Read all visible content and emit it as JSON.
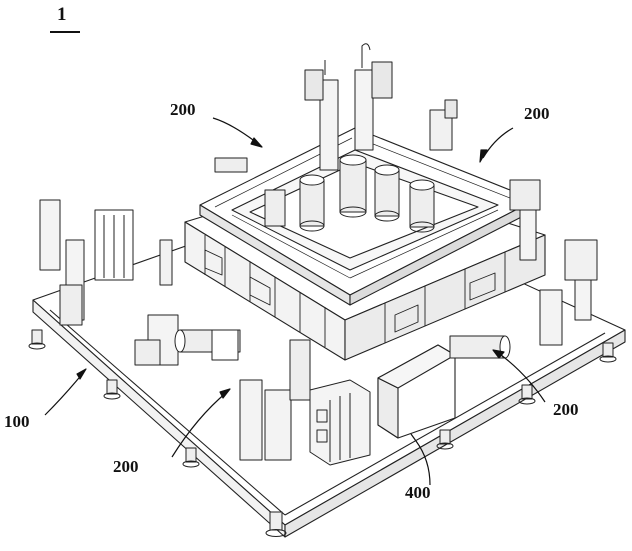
{
  "figure": {
    "number": "1",
    "labels": {
      "frame_top_left": "200",
      "frame_top_right": "200",
      "frame_right": "200",
      "frame_bottom": "200",
      "base": "100",
      "module": "400"
    }
  },
  "colors": {
    "line": "#222222",
    "background": "#ffffff"
  }
}
